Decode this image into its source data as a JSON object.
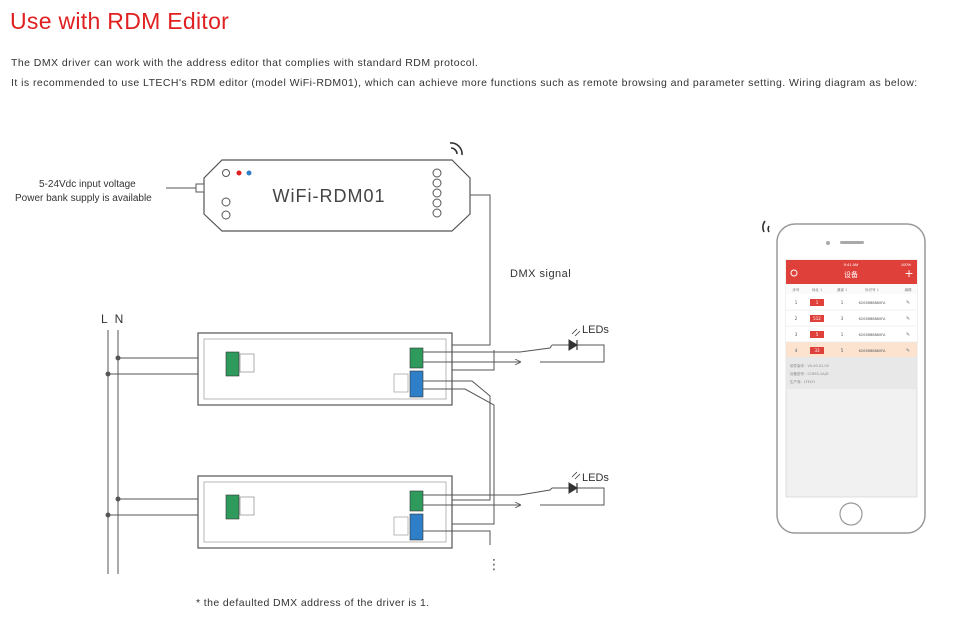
{
  "title": "Use with RDM Editor",
  "intro": {
    "line1": "The DMX driver can work with the address editor that complies with standard RDM protocol.",
    "line2": "It is recommended to use LTECH's RDM editor (model WiFi-RDM01), which can achieve more functions such as remote browsing and parameter setting. Wiring diagram as below:"
  },
  "diagram": {
    "input_label_1": "5-24Vdc input voltage",
    "input_label_2": "Power bank supply is available",
    "rdm_model": "WiFi-RDM01",
    "dmx_signal": "DMX signal",
    "power_lines": "L N",
    "leds_label_1": "LEDs",
    "leds_label_2": "LEDs",
    "continuation": "⋮"
  },
  "phone": {
    "status_time": "9:41 AM",
    "status_battery": "100%",
    "app_title": "设备",
    "columns": [
      "序号",
      "地址 1",
      "通道 1",
      "标识号 1",
      "编辑"
    ],
    "rows": [
      {
        "index": "1",
        "address": "1",
        "channel": "1",
        "id": "6205BB8860FA",
        "highlight": false
      },
      {
        "index": "2",
        "address": "512",
        "channel": "3",
        "id": "6205BB8860FA",
        "highlight": false
      },
      {
        "index": "3",
        "address": "5",
        "channel": "1",
        "id": "6205BB8860FA",
        "highlight": false
      },
      {
        "index": "4",
        "address": "33",
        "channel": "5",
        "id": "6205BB8860FA",
        "highlight": true
      }
    ],
    "info_lines": [
      "软件版本：V0.00.01.00",
      "设备型号：LT-895-2A/D",
      "生产商：LTECH"
    ]
  },
  "footnote": "* the defaulted DMX address of the driver is 1.",
  "colors": {
    "accent": "#e02020",
    "terminal_green": "#2e9a5c",
    "terminal_blue": "#2f7ec8",
    "line": "#555555"
  }
}
